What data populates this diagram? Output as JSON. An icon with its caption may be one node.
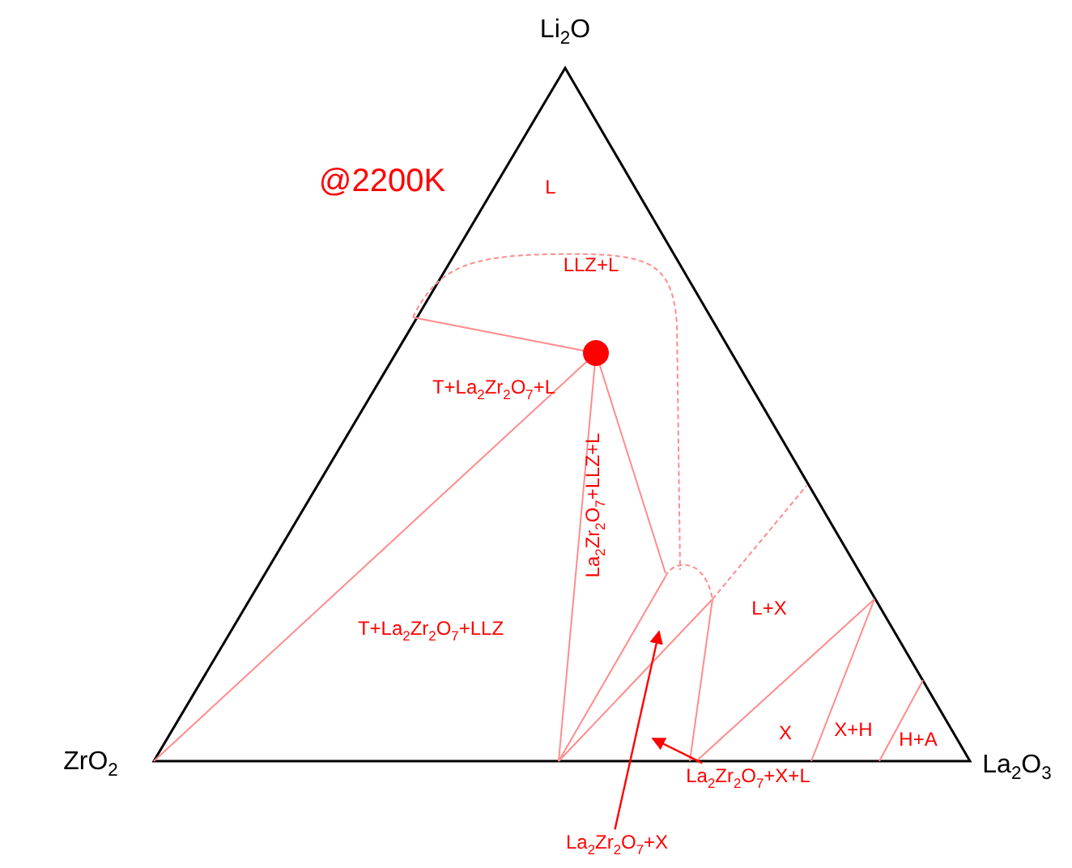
{
  "diagram": {
    "nodes": [
      {
        "text": [
          "La$_{2}$Zr$_{2}$O$_{7}$+X"
        ]
      },
      {
        "text": [
          "La$_{2}$Zr$_{2}$O$_{7}$+X+L"
        ]
      }
    ],
    "edges": [
      {
        "from": 0,
        "to": null,
        "arrow": "to"
      },
      {
        "from": 1,
        "to": null,
        "arrow": "to"
      }
    ],
    "labels": [
      "Li$_{2}$O",
      "@2200K",
      "L",
      "LLZ+L",
      "T+La$_{2}$Zr$_{2}$O$_{7}$+L",
      "La$_{2}$Zr$_{2}$O$_{7}$+LLZ+L",
      "T+La$_{2}$Zr$_{2}$O$_{7}$+LLZ",
      "L+X",
      "ZrO$_{2}$",
      "X",
      "X+H",
      "H+A",
      "La$_{2}$O$_{3}$"
    ]
  }
}
